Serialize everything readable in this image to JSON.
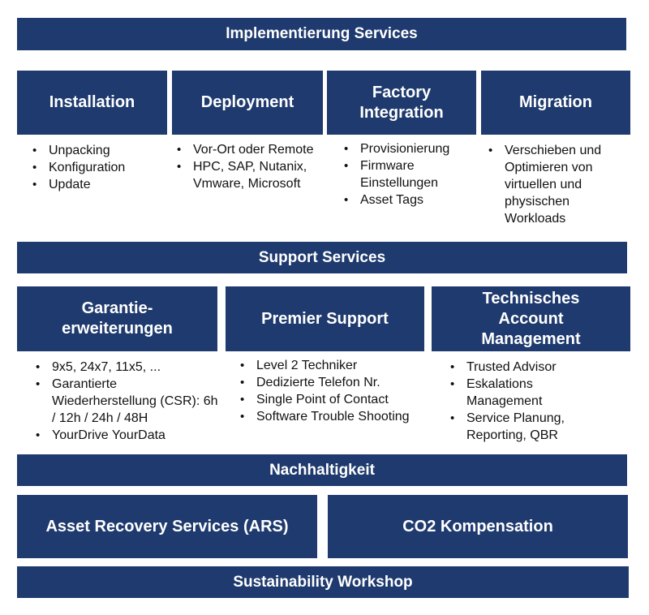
{
  "implementation": {
    "header": "Implementierung Services",
    "columns": [
      {
        "title": "Installation",
        "items": [
          "Unpacking",
          "Konfiguration",
          "Update"
        ]
      },
      {
        "title": "Deployment",
        "items": [
          "Vor-Ort oder Remote",
          "HPC, SAP, Nutanix, Vmware, Microsoft"
        ]
      },
      {
        "title": "Factory\nIntegration",
        "items": [
          "Provisionierung",
          "Firmware Einstellungen",
          "Asset Tags"
        ]
      },
      {
        "title": "Migration",
        "items": [
          "Verschieben und Optimieren von virtuellen und physischen Workloads"
        ]
      }
    ]
  },
  "support": {
    "header": "Support Services",
    "columns": [
      {
        "title": "Garantie-\nerweiterungen",
        "items": [
          "9x5, 24x7, 11x5, ...",
          "Garantierte Wiederherstellung (CSR): 6h / 12h / 24h / 48H",
          "YourDrive YourData"
        ]
      },
      {
        "title": "Premier Support",
        "items": [
          "Level 2 Techniker",
          "Dedizierte Telefon Nr.",
          "Single Point of Contact",
          "Software Trouble Shooting"
        ]
      },
      {
        "title": "Technisches\nAccount\nManagement",
        "items": [
          "Trusted Advisor",
          "Eskalations Management",
          "Service Planung, Reporting, QBR"
        ]
      }
    ]
  },
  "sustainability": {
    "header": "Nachhaltigkeit",
    "boxes": [
      "Asset Recovery Services (ARS)",
      "CO2 Kompensation"
    ],
    "workshop": "Sustainability Workshop"
  },
  "colors": {
    "box_fill": "#1f3a6e",
    "text_on_box": "#ffffff",
    "list_text": "#111111"
  }
}
